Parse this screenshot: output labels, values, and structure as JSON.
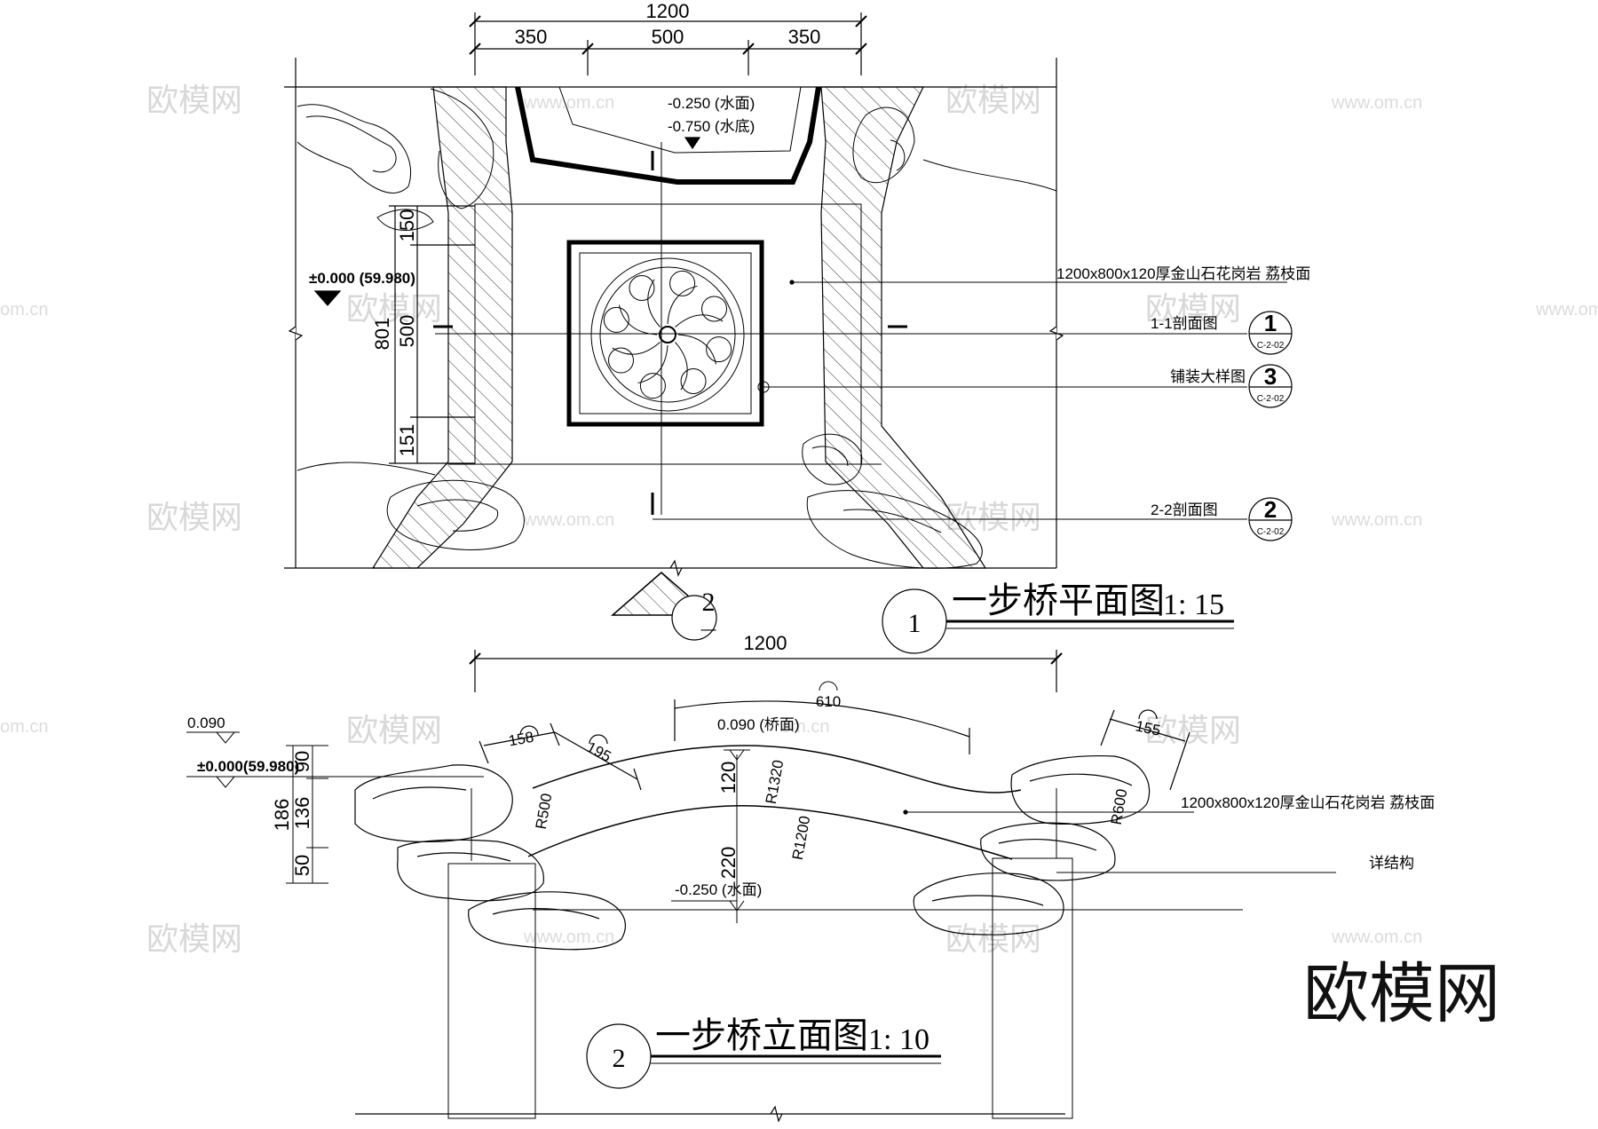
{
  "plan": {
    "dims_top": {
      "overall": "1200",
      "left": "350",
      "middle": "500",
      "right": "350"
    },
    "dims_left": {
      "total": "801",
      "top": "150",
      "middle": "500",
      "bottom": "151"
    },
    "level_water_surface": "-0.250 (水面)",
    "level_water_bottom": "-0.750 (水底)",
    "level_datum": "±0.000 (59.980)",
    "callout_stone": "1200x800x120厚金山石花岗岩 荔枝面",
    "callout_section_1": "1-1剖面图",
    "callout_detail_3": "铺装大样图",
    "callout_section_2": "2-2剖面图",
    "ref_1": {
      "number": "1",
      "sheet": "C-2-02"
    },
    "ref_3": {
      "number": "3",
      "sheet": "C-2-02"
    },
    "ref_2": {
      "number": "2",
      "sheet": "C-2-02"
    },
    "section_marker": {
      "number": "2",
      "sheet": "—"
    },
    "title": {
      "number": "1",
      "text": "一步桥平面图",
      "scale": "1: 15"
    }
  },
  "elevation": {
    "dim_overall": "1200",
    "dim_arc_top": "610",
    "dim_left_a": "158",
    "dim_left_b": "195",
    "dim_right": "155",
    "level_top": "0.090",
    "level_datum": "±0.000(59.980)",
    "level_bridge": "0.090 (桥面)",
    "level_water": "-0.250 (水面)",
    "dims_left": {
      "total": "186",
      "a": "90",
      "b": "136",
      "c": "50"
    },
    "dims_center": {
      "a": "120",
      "b": "220"
    },
    "radius_1320": "R1320",
    "radius_1200": "R1200",
    "radius_500": "R500",
    "radius_600": "R600",
    "callout_stone": "1200x800x120厚金山石花岗岩 荔枝面",
    "callout_structure": "详结构",
    "title": {
      "number": "2",
      "text": "一步桥立面图",
      "scale": "1: 10"
    }
  },
  "watermark": {
    "text": "欧模网",
    "url": "www.om.cn",
    "url_short": "om.cn"
  },
  "brand": "欧模网"
}
